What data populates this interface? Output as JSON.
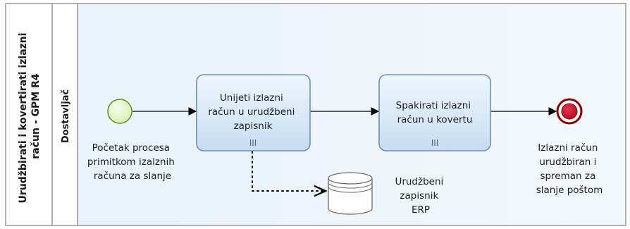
{
  "pool": {
    "name_lines": [
      "Urudžbirati i kovertirati izlazni",
      "račun - GPM R4"
    ]
  },
  "lane": {
    "name": "Dostavljač"
  },
  "start_event": {
    "label_lines": [
      "Početak procesa",
      "primitkom izalznih",
      "računa za slanje"
    ]
  },
  "task1": {
    "label_lines": [
      "Unijeti izlazni",
      "račun u urudžbeni",
      "zapisnik"
    ],
    "marker": "III"
  },
  "task2": {
    "label_lines": [
      "Spakirati izlazni",
      "račun u kovertu"
    ],
    "marker": "III"
  },
  "end_event": {
    "label_lines": [
      "Izlazni račun",
      "urudžbiran i",
      "spreman za",
      "slanje poštom"
    ]
  },
  "data_store": {
    "label_lines": [
      "Urudžbeni",
      "zapisnik",
      "ERP"
    ]
  },
  "colors": {
    "lane_bg": "#eef5fb",
    "task_fill_top": "#eaf3fb",
    "task_fill_bottom": "#c9dff2",
    "task_stroke": "#6d8fb3",
    "start_fill": "#e6f6c8",
    "start_stroke": "#5e8e2b",
    "end_fill": "#c8102e",
    "end_stroke": "#8b0000",
    "flow": "#000000"
  }
}
